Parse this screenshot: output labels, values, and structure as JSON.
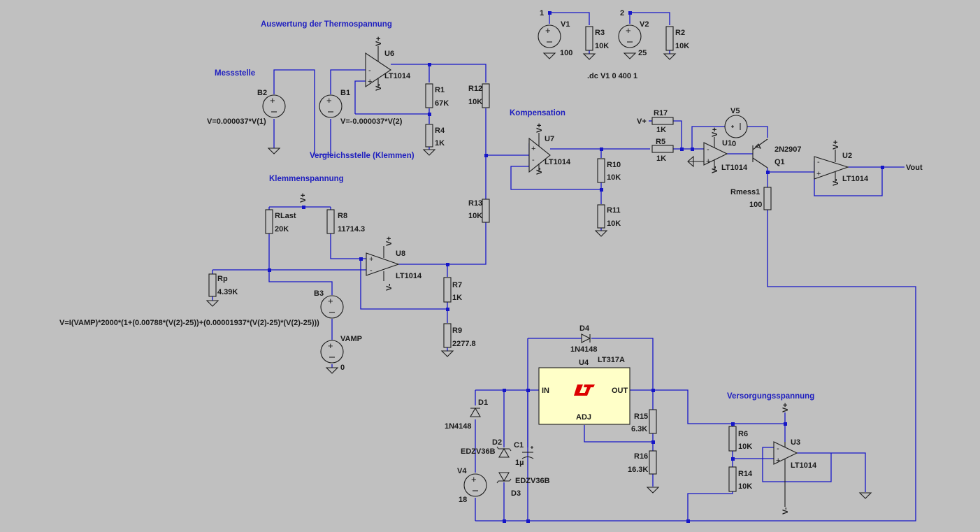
{
  "colors": {
    "background": "#c0c0c0",
    "wire": "#1616c8",
    "component": "#1c1c1c",
    "heading": "#1f1fbf",
    "logo": "#dd0000"
  },
  "headings": {
    "thermo": "Auswertung der Thermospannung",
    "messstelle": "Messstelle",
    "vergleich": "Vergleichsstelle (Klemmen)",
    "klemmen": "Klemmenspannung",
    "kompensation": "Kompensation",
    "versorgung": "Versorgungsspannung"
  },
  "directive": ".dc V1 0 400 1",
  "net_labels": {
    "n1": "1",
    "n2": "2",
    "vplus": "V+",
    "vminus": "V-",
    "vout": "Vout"
  },
  "opamps": {
    "model": "LT1014",
    "u6": "U6",
    "u7": "U7",
    "u8": "U8",
    "u1": "U1",
    "u2": "U2",
    "u3": "U3"
  },
  "sources": {
    "v1": {
      "name": "V1",
      "value": "100"
    },
    "v2": {
      "name": "V2",
      "value": "25"
    },
    "v4": {
      "name": "V4",
      "value": "18"
    },
    "v5": {
      "name": "V5",
      "value": "0"
    },
    "vamp": {
      "name": "VAMP",
      "value": "0"
    },
    "b1": {
      "name": "B1",
      "expr": "V=-0.000037*V(2)"
    },
    "b2": {
      "name": "B2",
      "expr": "V=0.000037*V(1)"
    },
    "b3": {
      "name": "B3",
      "expr": "V=I(VAMP)*2000*(1+(0.00788*(V(2)-25))+(0.00001937*(V(2)-25)*(V(2)-25)))"
    }
  },
  "resistors": {
    "r1": {
      "name": "R1",
      "value": "67K"
    },
    "r2": {
      "name": "R2",
      "value": "10K"
    },
    "r3": {
      "name": "R3",
      "value": "10K"
    },
    "r4": {
      "name": "R4",
      "value": "1K"
    },
    "r5": {
      "name": "R5",
      "value": "1K"
    },
    "r6": {
      "name": "R6",
      "value": "10K"
    },
    "r7": {
      "name": "R7",
      "value": "1K"
    },
    "r8": {
      "name": "R8",
      "value": "11714.3"
    },
    "r9": {
      "name": "R9",
      "value": "2277.8"
    },
    "r10": {
      "name": "R10",
      "value": "10K"
    },
    "r11": {
      "name": "R11",
      "value": "10K"
    },
    "r12": {
      "name": "R12",
      "value": "10K"
    },
    "r13": {
      "name": "R13",
      "value": "10K"
    },
    "r14": {
      "name": "R14",
      "value": "10K"
    },
    "r15": {
      "name": "R15",
      "value": "6.3K"
    },
    "r16": {
      "name": "R16",
      "value": "16.3K"
    },
    "r17": {
      "name": "R17",
      "value": "1K"
    },
    "rlast": {
      "name": "RLast",
      "value": "20K"
    },
    "rp": {
      "name": "Rp",
      "value": "4.39K"
    },
    "rmess": {
      "name": "Rmess1",
      "value": "100"
    }
  },
  "transistor": {
    "name": "Q1",
    "model": "2N2907"
  },
  "regulator": {
    "name": "U4",
    "model": "LT317A",
    "pin_in": "IN",
    "pin_out": "OUT",
    "pin_adj": "ADJ"
  },
  "diodes": {
    "d1": {
      "name": "D1",
      "model": "1N4148"
    },
    "d2": {
      "name": "D2",
      "model": "EDZV36B"
    },
    "d3": {
      "name": "D3",
      "model": "EDZV36B"
    },
    "d4": {
      "name": "D4",
      "model": "1N4148"
    }
  },
  "capacitor": {
    "name": "C1",
    "value": "1µ"
  }
}
